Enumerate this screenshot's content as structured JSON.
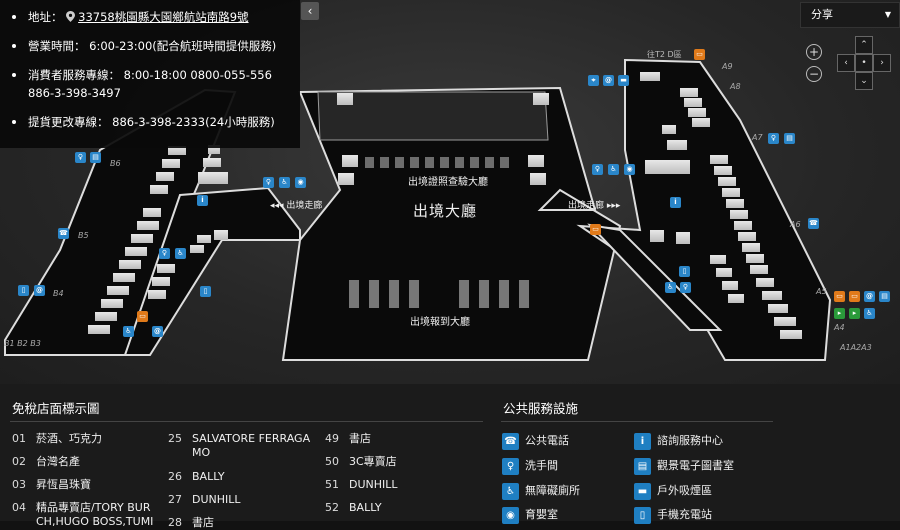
{
  "info": {
    "address_label": "地址：",
    "address_value": "33758桃園縣大園鄉航站南路9號",
    "hours_label": "營業時間：",
    "hours_value": "6:00-23:00(配合航班時間提供服務)",
    "service_label": "消費者服務專線：",
    "service_value": "8:00-18:00 0800-055-556 886-3-398-3497",
    "pickup_label": "提貨更改專線：",
    "pickup_value": "886-3-398-2333(24小時服務)"
  },
  "controls": {
    "collapse": "‹",
    "share_label": "分享",
    "zoom_in": "+",
    "zoom_out": "−",
    "pan_up": "⌃",
    "pan_down": "⌄",
    "pan_left": "‹",
    "pan_right": "›",
    "pan_center": "•"
  },
  "map": {
    "departure_hall": "出境大廳",
    "passport_check": "出境證照查驗大廳",
    "departure_check_in": "出境報到大廳",
    "corridor_left": "◂◂◂ 出境走廊",
    "corridor_right": "出境走廊 ▸▸▸",
    "to_t2": "往T2 D區",
    "gates": {
      "b6": "B6",
      "b5": "B5",
      "b4": "B4",
      "b123": "B1 B2 B3",
      "a9": "A9",
      "a8": "A8",
      "a7": "A7",
      "a6": "A6",
      "a5": "A5",
      "a4": "A4",
      "a123": "A1A2A3"
    }
  },
  "legend": {
    "shops_title": "免稅店面標示圖",
    "shops": [
      {
        "num": "01",
        "name": "菸酒、巧克力"
      },
      {
        "num": "02",
        "name": "台灣名產"
      },
      {
        "num": "03",
        "name": "昇恆昌珠寶"
      },
      {
        "num": "04",
        "name": "精品專賣店/TORY BURCH,HUGO BOSS,TUMI"
      },
      {
        "num": "25",
        "name": "SALVATORE FERRAGAMO"
      },
      {
        "num": "26",
        "name": "BALLY"
      },
      {
        "num": "27",
        "name": "DUNHILL"
      },
      {
        "num": "28",
        "name": "書店"
      },
      {
        "num": "49",
        "name": "書店"
      },
      {
        "num": "50",
        "name": "3C專賣店"
      },
      {
        "num": "51",
        "name": "DUNHILL"
      },
      {
        "num": "52",
        "name": "BALLY"
      }
    ],
    "facilities_title": "公共服務設施",
    "facilities": [
      {
        "icon": "phone-icon",
        "glyph": "☎",
        "name": "公共電話"
      },
      {
        "icon": "restroom-icon",
        "glyph": "♀",
        "name": "洗手間"
      },
      {
        "icon": "accessible-icon",
        "glyph": "♿",
        "name": "無障礙廁所"
      },
      {
        "icon": "nursing-icon",
        "glyph": "◉",
        "name": "育嬰室"
      },
      {
        "icon": "info-icon",
        "glyph": "i",
        "name": "諮詢服務中心"
      },
      {
        "icon": "e-library-icon",
        "glyph": "▤",
        "name": "觀景電子圖書室"
      },
      {
        "icon": "smoking-icon",
        "glyph": "▬",
        "name": "戶外吸煙區"
      },
      {
        "icon": "charging-icon",
        "glyph": "▯",
        "name": "手機充電站"
      }
    ]
  }
}
